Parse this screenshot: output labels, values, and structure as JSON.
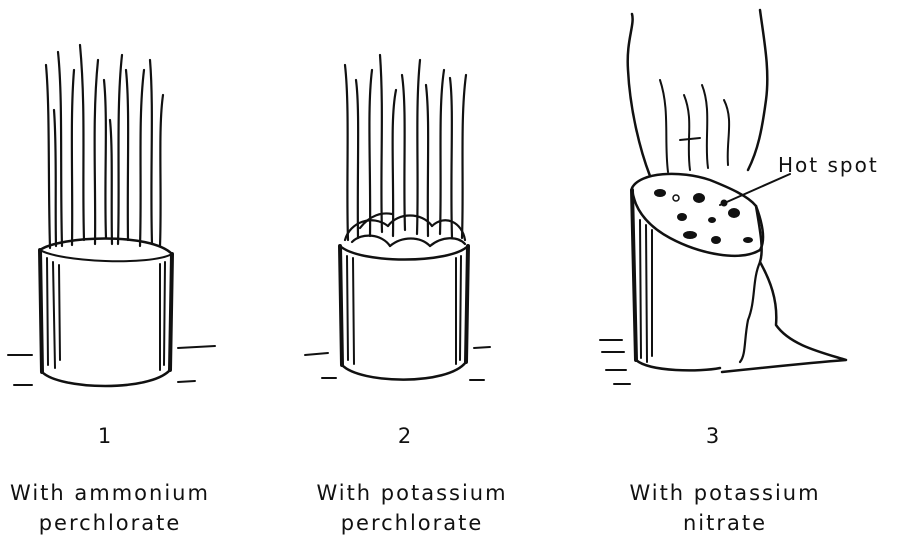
{
  "panels": [
    {
      "number": "1",
      "caption_line1": "With ammonium",
      "caption_line2": "perchlorate"
    },
    {
      "number": "2",
      "caption_line1": "With potassium",
      "caption_line2": "perchlorate"
    },
    {
      "number": "3",
      "caption_line1": "With potassium",
      "caption_line2": "nitrate"
    }
  ],
  "callout": {
    "label": "Hot spot"
  }
}
